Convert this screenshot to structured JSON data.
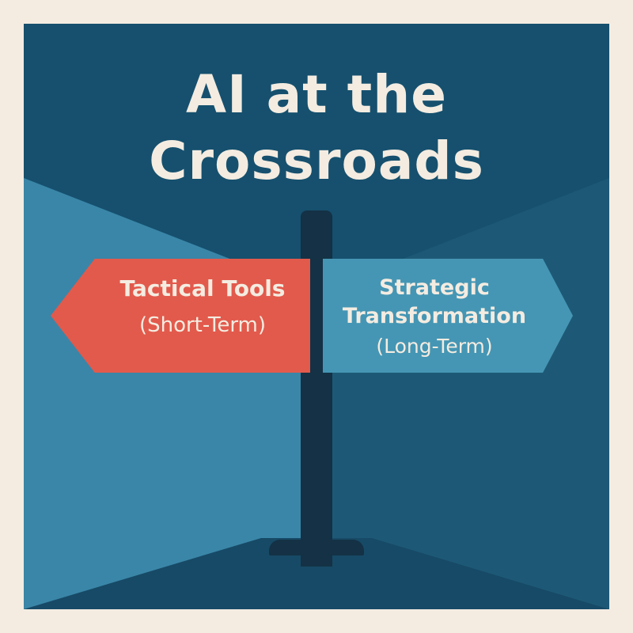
{
  "title": {
    "line1": "AI at the",
    "line2": "Crossroads"
  },
  "left_sign": {
    "label": "Tactical Tools",
    "sublabel": "(Short-Term)",
    "color": "#e25a4c"
  },
  "right_sign": {
    "label_line1": "Strategic",
    "label_line2": "Transformation",
    "sublabel": "(Long-Term)",
    "color": "#4596b4"
  },
  "colors": {
    "background": "#f4ece1",
    "sky": "#16506e",
    "left_ground": "#3a86a8",
    "right_ground": "#1d5976",
    "pole": "#143145",
    "text": "#f4ece1"
  }
}
